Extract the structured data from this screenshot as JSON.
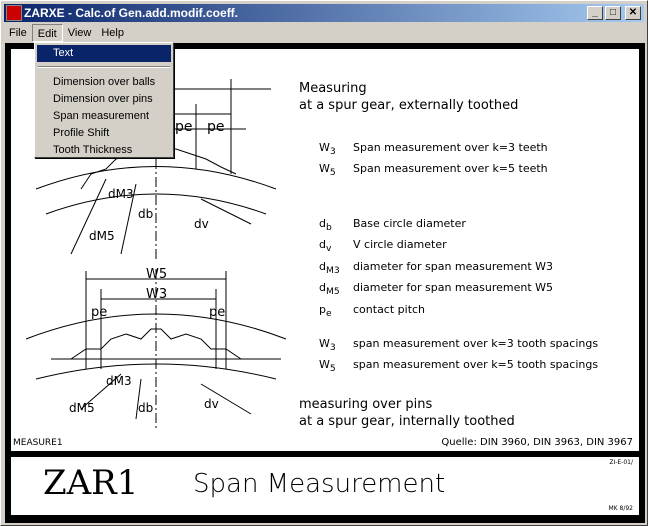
{
  "window": {
    "title": "ZARXE - Calc.of Gen.add.modif.coeff.",
    "min": "_",
    "max": "□",
    "close": "✕"
  },
  "menu": [
    "File",
    "Edit",
    "View",
    "Help"
  ],
  "dropdown": [
    "Text",
    "Dimension over balls",
    "Dimension over pins",
    "Span measurement",
    "Profile Shift",
    "Tooth Thickness"
  ],
  "drawing": {
    "heading1": "Measuring",
    "heading2": "at a spur gear, externally toothed",
    "legend_top": [
      {
        "sym": "W",
        "sub": "3",
        "text": "Span measurement over k=3 teeth"
      },
      {
        "sym": "W",
        "sub": "5",
        "text": "Span measurement over k=5 teeth"
      }
    ],
    "legend_mid": [
      {
        "sym": "d",
        "sub": "b",
        "text": "Base circle diameter"
      },
      {
        "sym": "d",
        "sub": "v",
        "text": "V circle diameter"
      },
      {
        "sym": "d",
        "sub": "M3",
        "text": "diameter for span measurement W3"
      },
      {
        "sym": "d",
        "sub": "M5",
        "text": "diameter for span measurement W5"
      },
      {
        "sym": "p",
        "sub": "e",
        "text": "contact pitch"
      }
    ],
    "legend_bot": [
      {
        "sym": "W",
        "sub": "3",
        "text": "span measurement over k=3 tooth spacings"
      },
      {
        "sym": "W",
        "sub": "5",
        "text": "span measurement over k=5 tooth spacings"
      }
    ],
    "heading3": "measuring over pins",
    "heading4": "at a spur gear, internally toothed",
    "labels": {
      "pe": "pe",
      "dM3": "dM3",
      "db": "db",
      "dv": "dv",
      "dM5": "dM5",
      "W5": "W5",
      "W3": "W3"
    },
    "id": "MEASURE1",
    "source": "Quelle: DIN 3960, DIN 3963, DIN 3967"
  },
  "footer": {
    "code": "ZAR1",
    "title": "Span Measurement",
    "ref": "ZI-E-01/",
    "author": "MK 8/92"
  }
}
